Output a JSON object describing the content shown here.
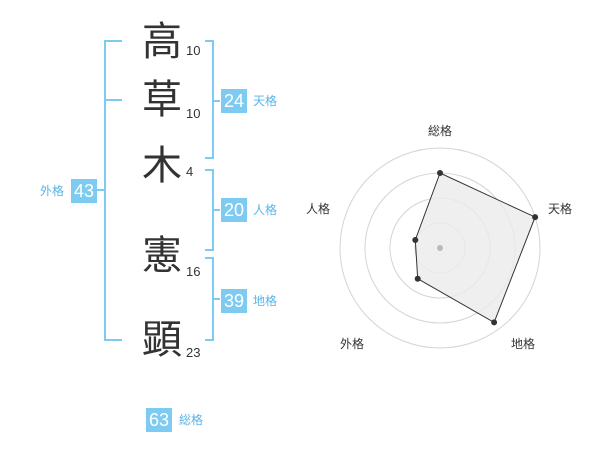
{
  "characters": [
    {
      "char": "高",
      "strokes": "10"
    },
    {
      "char": "草",
      "strokes": "10"
    },
    {
      "char": "木",
      "strokes": "4"
    },
    {
      "char": "憲",
      "strokes": "16"
    },
    {
      "char": "顕",
      "strokes": "23"
    }
  ],
  "fortunes": {
    "tenkaku": {
      "value": "24",
      "label": "天格"
    },
    "jinkaku": {
      "value": "20",
      "label": "人格"
    },
    "chikaku": {
      "value": "39",
      "label": "地格"
    },
    "gaikaku": {
      "value": "43",
      "label": "外格"
    },
    "soukaku": {
      "value": "63",
      "label": "総格"
    }
  },
  "colors": {
    "accent": "#7ecbf2",
    "accent_text": "#5ab4e6",
    "bracket": "#7ecbf2"
  },
  "chart_data": {
    "type": "radar",
    "axes": [
      "総格",
      "天格",
      "地格",
      "外格",
      "人格"
    ],
    "values": [
      0.75,
      1.0,
      0.92,
      0.38,
      0.26
    ],
    "rings": 4
  }
}
